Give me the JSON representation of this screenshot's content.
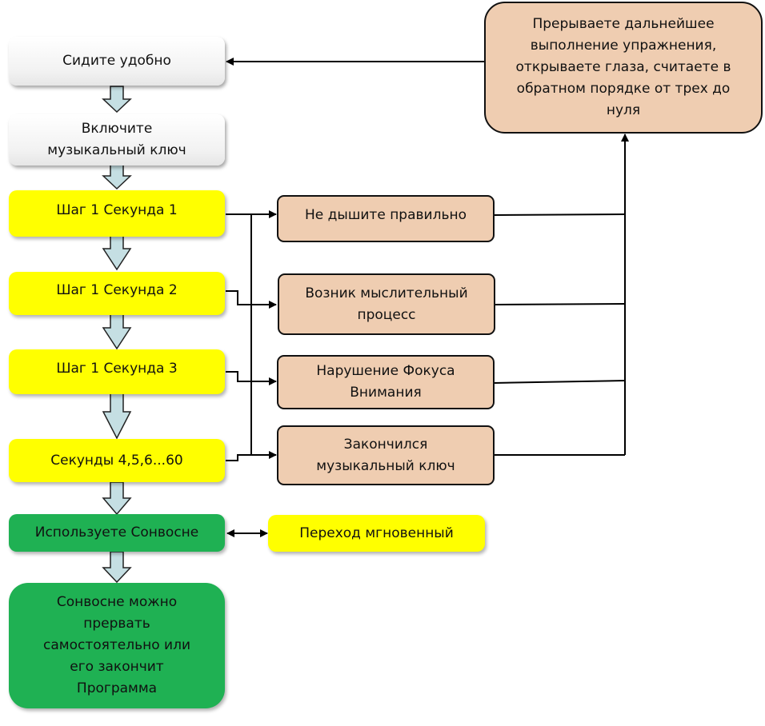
{
  "diagram": {
    "main_flow": [
      {
        "id": "sit",
        "label": "Сидите удобно"
      },
      {
        "id": "music-on",
        "label": "Включите музыкальный ключ"
      },
      {
        "id": "step1-sec1",
        "label": "Шаг 1 Секунда 1"
      },
      {
        "id": "step1-sec2",
        "label": "Шаг 1 Секунда 2"
      },
      {
        "id": "step1-sec3",
        "label": "Шаг 1 Секунда 3"
      },
      {
        "id": "seconds-4-60",
        "label": "Секунды 4,5,6...60"
      },
      {
        "id": "use-sonvosne",
        "label": "Используете Сонвосне"
      },
      {
        "id": "end",
        "label": "Сонвосне можно прервать самостоятельно  или его закончит Программа"
      }
    ],
    "conditions": [
      {
        "id": "breath",
        "label": "Не дышите правильно"
      },
      {
        "id": "thought",
        "label": "Возник мыслительный процесс"
      },
      {
        "id": "focus",
        "label": "Нарушение Фокуса Внимания"
      },
      {
        "id": "music-end",
        "label": "Закончился музыкальный ключ"
      }
    ],
    "interrupt": {
      "label": "Прерываете дальнейшее выполнение упражнения, открываете глаза, считаете в обратном порядке от трех до нуля"
    },
    "transition": {
      "label": "Переход мгновенный"
    },
    "colors": {
      "yellow": "#ffff00",
      "green": "#1fb153",
      "tan": "#efcdb1",
      "arrow_fill": "#c5dfe3"
    }
  }
}
